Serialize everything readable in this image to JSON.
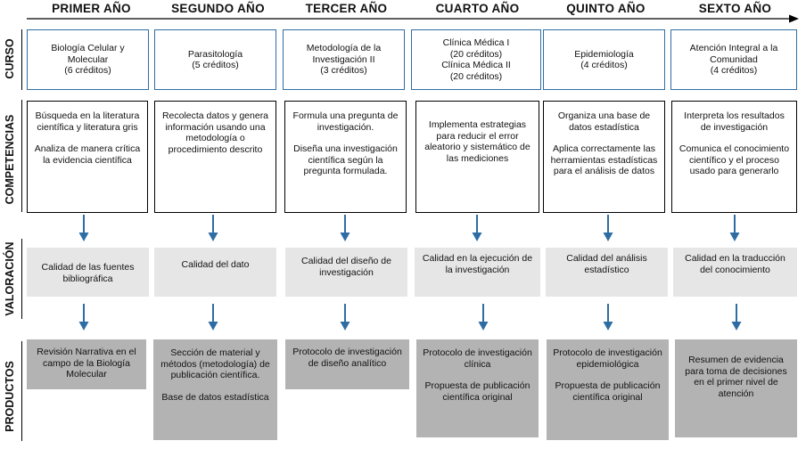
{
  "years": [
    "PRIMER AÑO",
    "SEGUNDO AÑO",
    "TERCER AÑO",
    "CUARTO AÑO",
    "QUINTO AÑO",
    "SEXTO AÑO"
  ],
  "row_labels": {
    "curso": "CURSO",
    "competencias": "COMPETENCIAS",
    "valoracion": "VALORACIÓN",
    "productos": "PRODUCTOS"
  },
  "curso": [
    [
      "Biología Celular y",
      "Molecular",
      "(6 créditos)"
    ],
    [
      "Parasitología",
      "(5 créditos)"
    ],
    [
      "Metodología de la",
      "Investigación II",
      "(3 créditos)"
    ],
    [
      "Clínica Médica I",
      "(20 créditos)",
      "Clínica Médica II",
      "(20 créditos)"
    ],
    [
      "Epidemiología",
      "(4 créditos)"
    ],
    [
      "Atención Integral a la",
      "Comunidad",
      "(4 créditos)"
    ]
  ],
  "competencias": [
    [
      "Búsqueda en la literatura científica y literatura gris",
      "Analiza de manera crítica la evidencia científica"
    ],
    [
      "Recolecta datos y genera información usando una metodología o procedimiento descrito"
    ],
    [
      "Formula una pregunta de investigación.",
      "Diseña una investigación científica según la pregunta formulada."
    ],
    [
      "Implementa estrategias para reducir el error aleatorio y sistemático de las mediciones"
    ],
    [
      "Organiza una base de datos estadística",
      "Aplica correctamente las herramientas estadísticas para el análisis de datos"
    ],
    [
      "Interpreta los resultados de investigación",
      "Comunica el conocimiento científico y el proceso usado para generarlo"
    ]
  ],
  "valoracion": [
    "Calidad de las fuentes bibliográfica",
    "Calidad del dato",
    "Calidad del diseño de investigación",
    "Calidad en la ejecución de la investigación",
    "Calidad del análisis estadístico",
    "Calidad en la traducción del conocimiento"
  ],
  "productos": [
    [
      "Revisión Narrativa en el campo de la Biología Molecular"
    ],
    [
      "Sección de material y métodos (metodología) de publicación científica.",
      "Base de datos estadística"
    ],
    [
      "Protocolo de investigación de diseño analítico"
    ],
    [
      "Protocolo de investigación clínica",
      "Propuesta de publicación científica original"
    ],
    [
      "Protocolo de investigación epidemiológica",
      "Propuesta de publicación científica original"
    ],
    [
      "Resumen de evidencia para toma de decisiones en el primer nivel de atención"
    ]
  ],
  "colors": {
    "arrow_blue": "#2e6da4",
    "curso_border": "#2e6da4",
    "valoracion_fill": "#e6e6e6",
    "productos_fill": "#b3b3b3"
  }
}
